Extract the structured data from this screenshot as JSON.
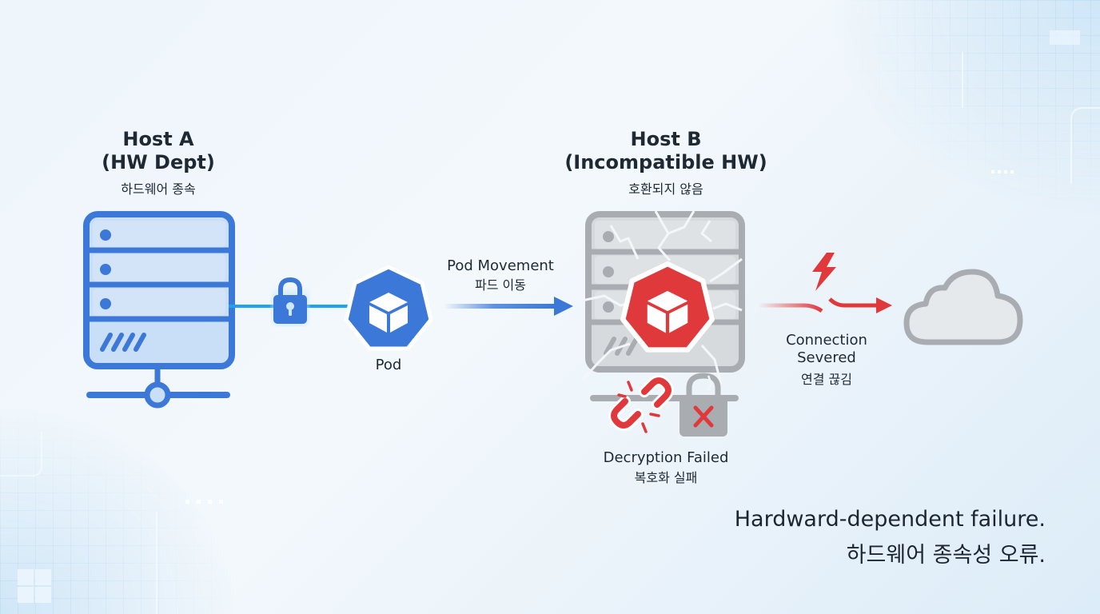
{
  "host_a": {
    "title_line1": "Host A",
    "title_line2": "(HW Dept)",
    "subtitle_ko": "하드웨어 종속",
    "icon": "server-icon",
    "color": "#3b78d8"
  },
  "pod": {
    "label": "Pod",
    "icon": "pod-cube-icon",
    "color": "#3b78d8"
  },
  "lock": {
    "icon": "lock-icon",
    "color": "#3b78d8"
  },
  "movement": {
    "label": "Pod Movement",
    "label_ko": "파드 이동"
  },
  "host_b": {
    "title_line1": "Host B",
    "title_line2": "(Incompatible HW)",
    "subtitle_ko": "호환되지 않음",
    "icon": "cracked-server-icon",
    "pod_color": "#e0393c",
    "server_color": "#a9adb2"
  },
  "decryption": {
    "label": "Decryption Failed",
    "label_ko": "복호화 실패",
    "icons": [
      "broken-link-icon",
      "locked-error-icon"
    ]
  },
  "connection": {
    "label_line1": "Connection",
    "label_line2": "Severed",
    "label_ko": "연결 끊김",
    "icons": [
      "lightning-icon",
      "cloud-icon"
    ],
    "color": "#e0393c"
  },
  "footer": {
    "line_en": "Hardward-dependent failure.",
    "line_ko": "하드웨어 종속성 오류."
  }
}
